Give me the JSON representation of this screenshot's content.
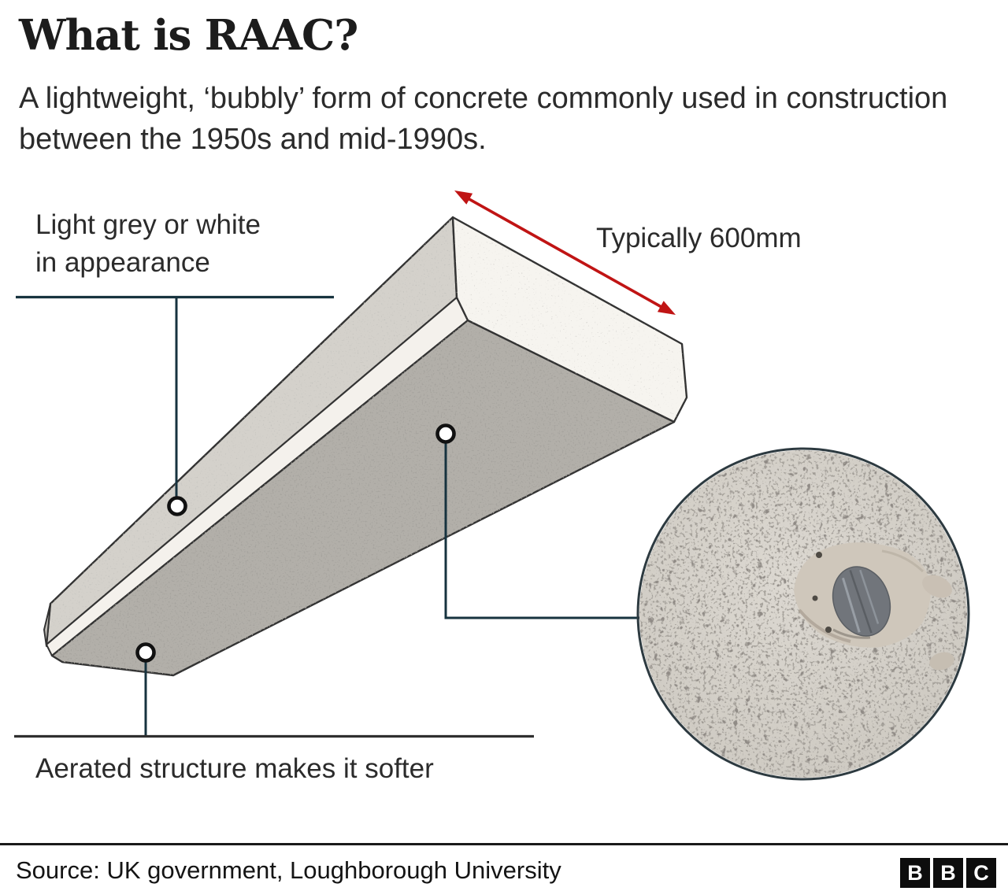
{
  "header": {
    "title": "What is RAAC?",
    "subtitle": "A lightweight, ‘bubbly’ form of concrete commonly used in construction between the 1950s and mid-1990s."
  },
  "diagram": {
    "appearance_label": {
      "line1": "Light grey or white",
      "line2": "in appearance"
    },
    "width_label": "Typically 600mm",
    "aerated_label": "Aerated structure makes it softer"
  },
  "footer": {
    "source": "Source: UK government, Loughborough University",
    "logo_letters": [
      "B",
      "B",
      "C"
    ]
  },
  "colors": {
    "text_dark": "#1c1c1c",
    "arrow_red": "#c01414",
    "callout_line": "#17333f",
    "label_rule_dark": "#2f2f2f",
    "footer_rule": "#191919",
    "beam_outline": "#333333",
    "beam_top_face": "#d4d1cb",
    "beam_end_face": "#f6f4ef",
    "beam_chamfer": "#f4f1ec",
    "beam_front_face": "#b2afa9",
    "beam_left_cap": "#bfbcb6",
    "inset_base": "#d8d4cd",
    "inset_ring": "#2d3a40",
    "rebar_grey": "#71757b",
    "bbc_block": "#0d0d0d"
  }
}
